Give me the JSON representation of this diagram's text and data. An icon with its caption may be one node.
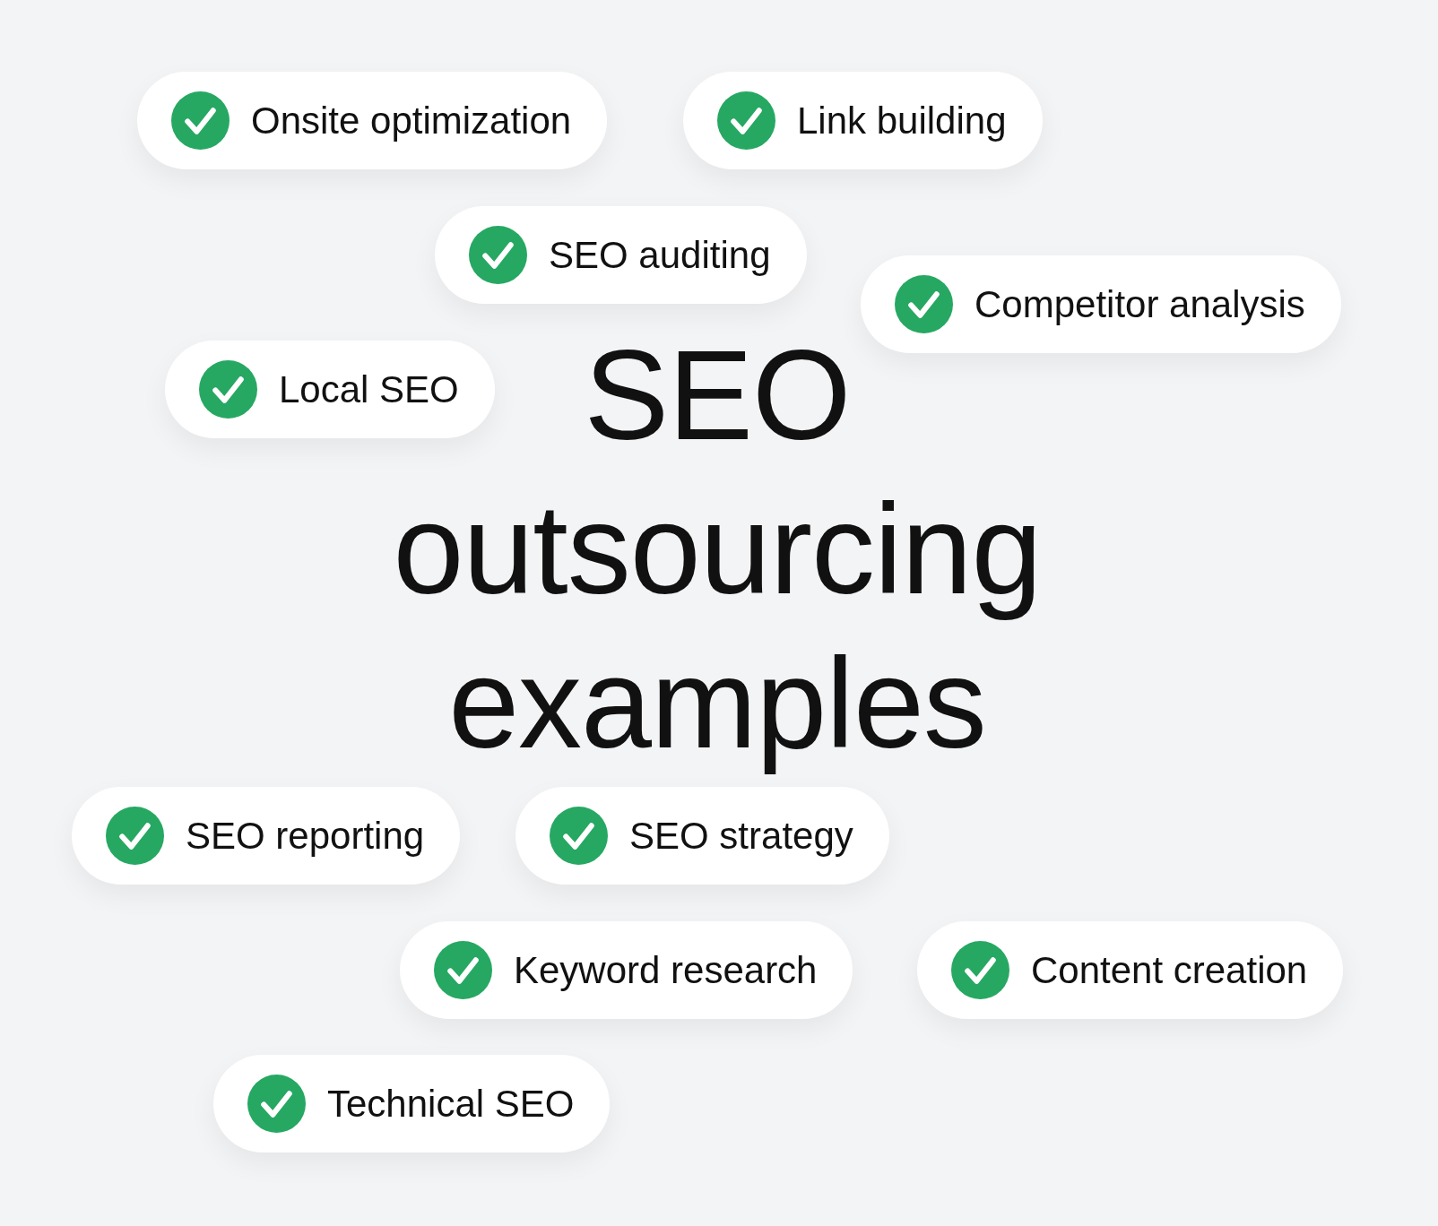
{
  "diagram": {
    "title": "SEO outsourcing examples",
    "nodes": [
      {
        "text": [
          "Onsite optimization"
        ]
      },
      {
        "text": [
          "Link building"
        ]
      },
      {
        "text": [
          "SEO auditing"
        ]
      },
      {
        "text": [
          "Competitor analysis"
        ]
      },
      {
        "text": [
          "Local SEO"
        ]
      },
      {
        "text": [
          "SEO reporting"
        ]
      },
      {
        "text": [
          "SEO strategy"
        ]
      },
      {
        "text": [
          "Keyword research"
        ]
      },
      {
        "text": [
          "Content creation"
        ]
      },
      {
        "text": [
          "Technical SEO"
        ]
      }
    ]
  }
}
